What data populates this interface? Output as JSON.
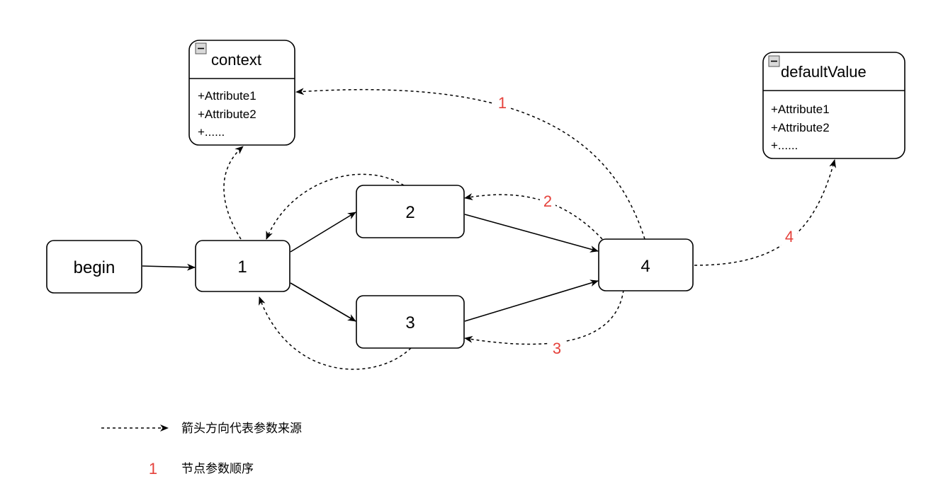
{
  "nodes": {
    "begin": "begin",
    "n1": "1",
    "n2": "2",
    "n3": "3",
    "n4": "4"
  },
  "context_class": {
    "title": "context",
    "attributes": [
      "+Attribute1",
      "+Attribute2",
      "+......"
    ]
  },
  "default_class": {
    "title": "defaultValue",
    "attributes": [
      "+Attribute1",
      "+Attribute2",
      "+......"
    ]
  },
  "order_labels": [
    "1",
    "2",
    "3",
    "4"
  ],
  "legend": {
    "arrow_text": "箭头方向代表参数来源",
    "number_sample": "1",
    "number_text": "节点参数顺序"
  },
  "colors": {
    "order_label": "#e5413b",
    "stroke": "#000000",
    "collapse_box": "#d9d9d9"
  }
}
